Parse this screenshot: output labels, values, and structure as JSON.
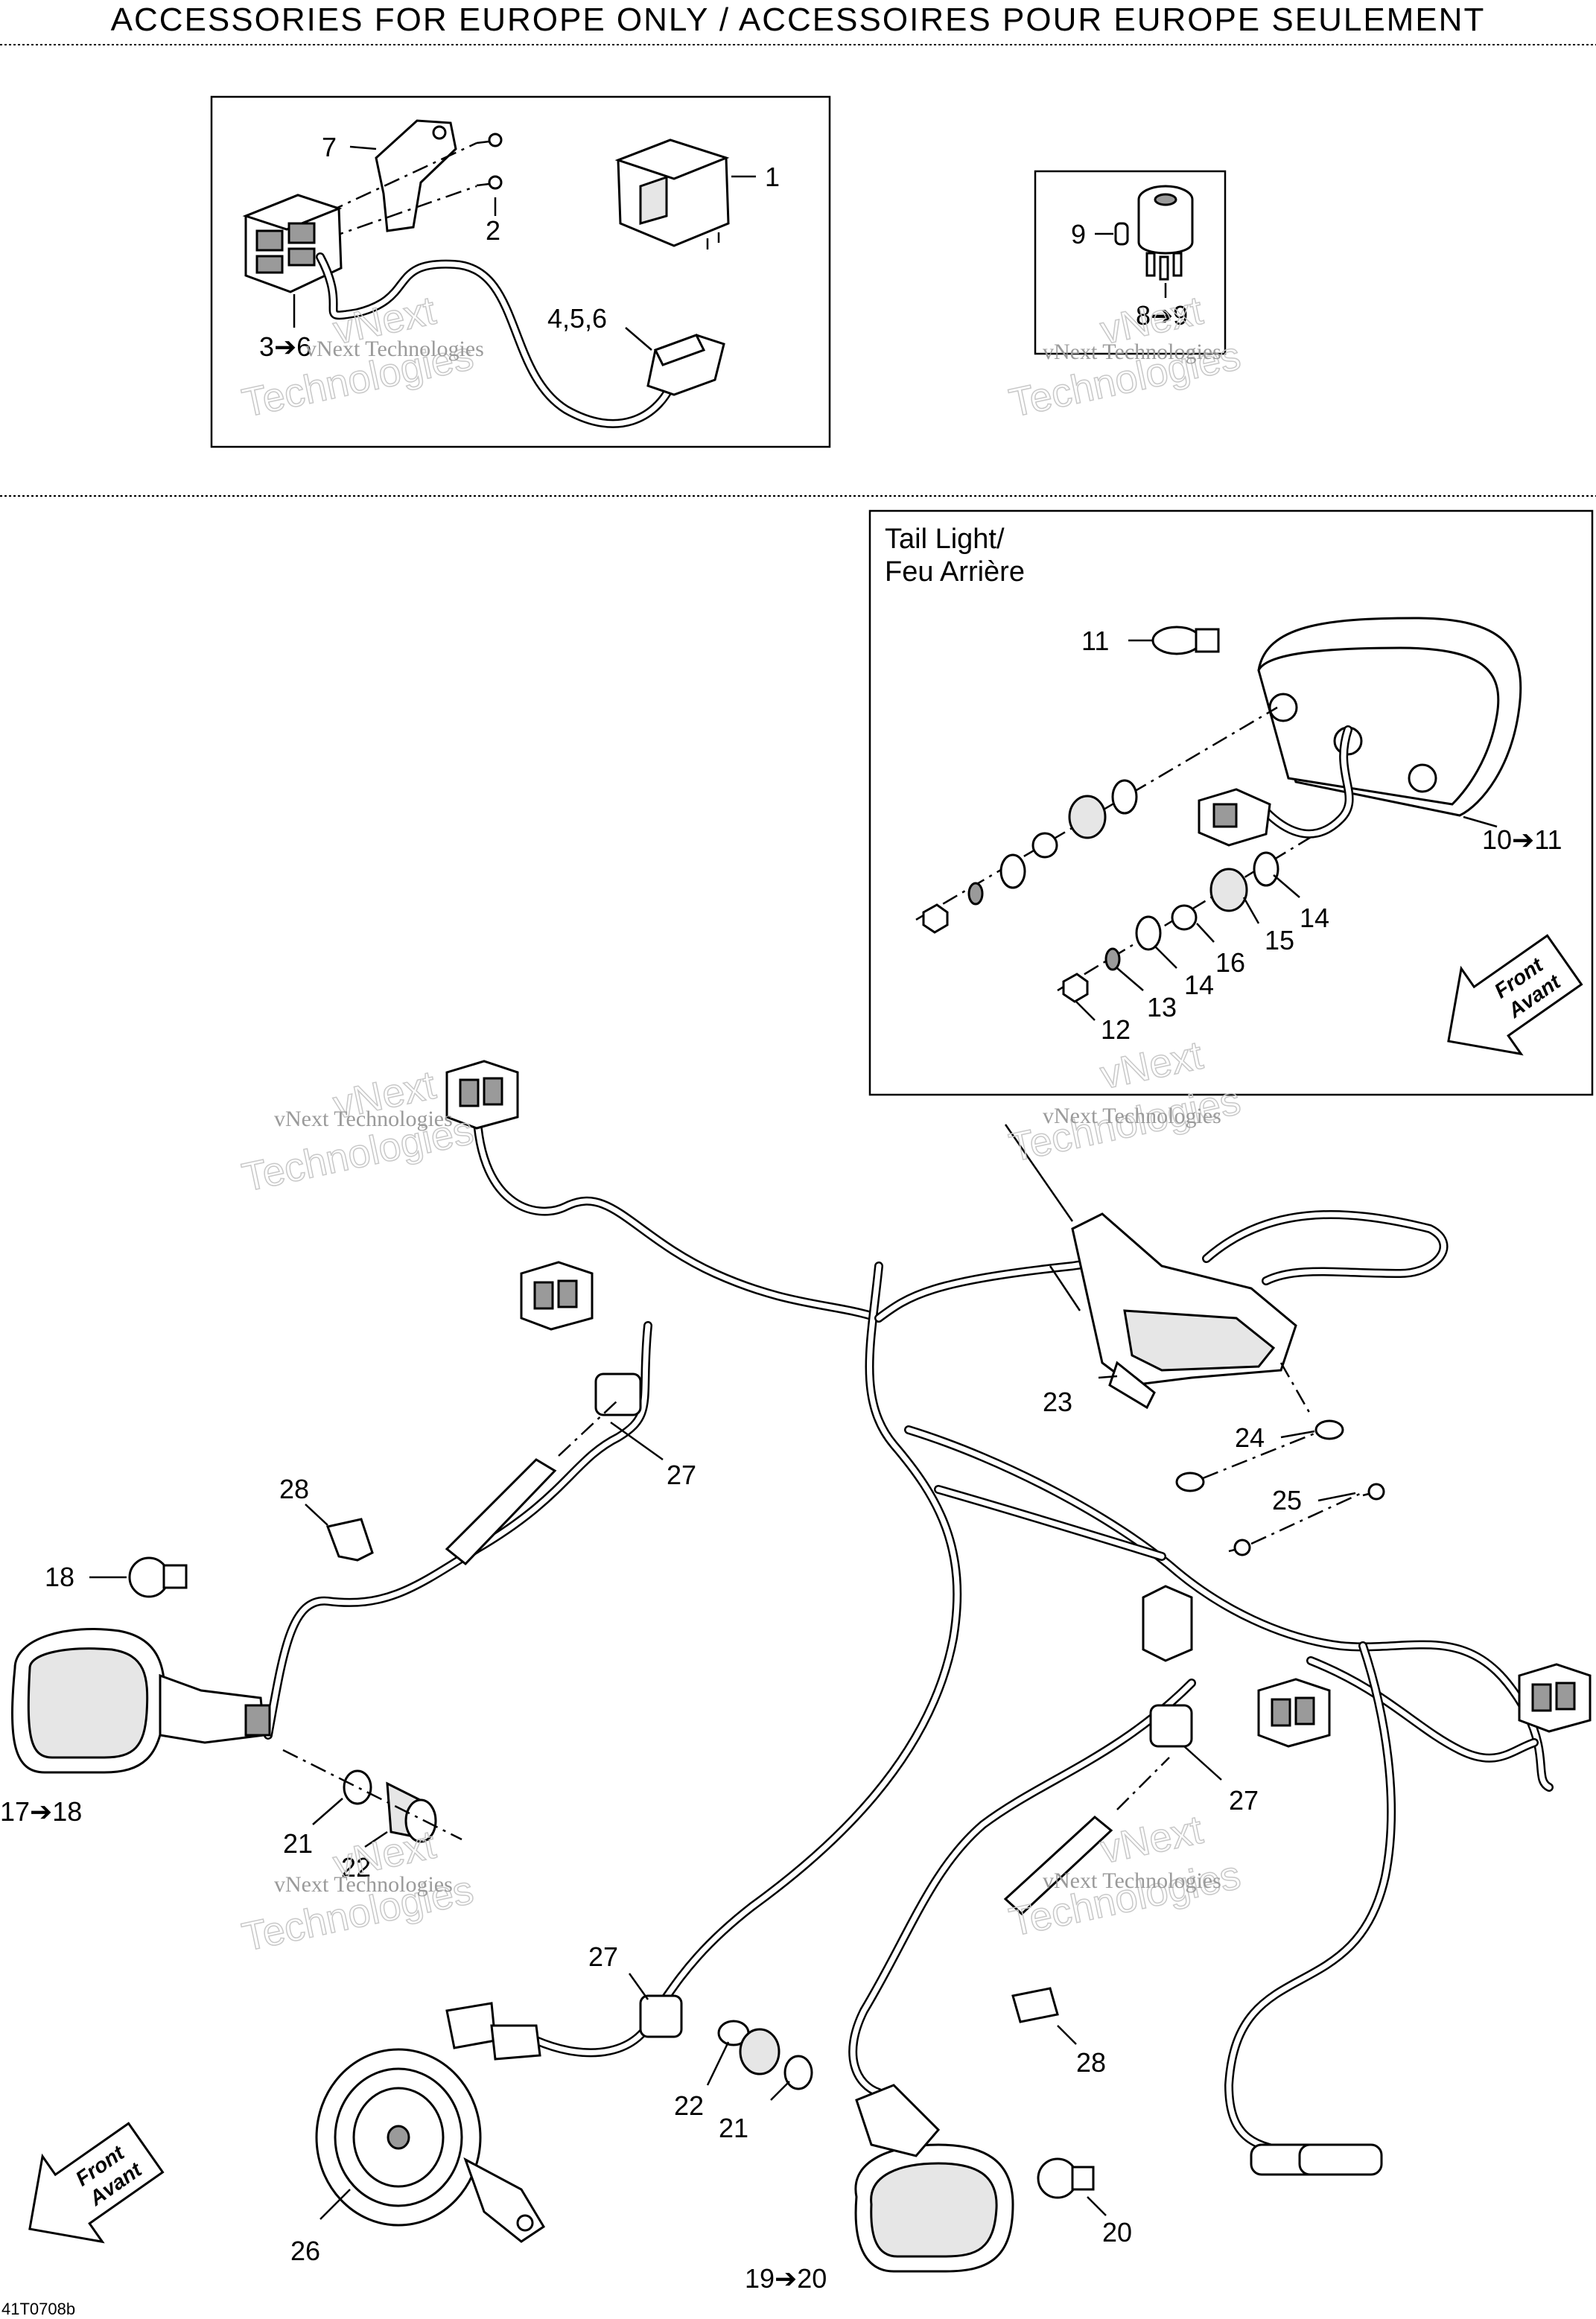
{
  "title": "ACCESSORIES FOR EUROPE ONLY / ACCESSOIRES POUR EUROPE SEULEMENT",
  "inset_tail_light": {
    "title_line1": "Tail Light/",
    "title_line2": "Feu Arrière"
  },
  "direction_badge": {
    "line1": "Front",
    "line2": "Avant"
  },
  "watermark": {
    "line1": "vNext Technologies",
    "line2": "Technologies",
    "line3": "vNext"
  },
  "drawing_code": "41T0708b",
  "callouts": {
    "c1": "1",
    "c2": "2",
    "c7": "7",
    "c3_6": "3➔6",
    "c4_5_6": "4,5,6",
    "c9": "9",
    "c8_9": "8➔9",
    "c11": "11",
    "c10_11": "10➔11",
    "c14a": "14",
    "c15": "15",
    "c16": "16",
    "c14b": "14",
    "c13": "13",
    "c12": "12",
    "c27a": "27",
    "c28a": "28",
    "c18": "18",
    "c17_18": "17➔18",
    "c21a": "21",
    "c22a": "22",
    "c23": "23",
    "c24": "24",
    "c25": "25",
    "c27b": "27",
    "c27c": "27",
    "c22b": "22",
    "c21b": "21",
    "c28b": "28",
    "c20": "20",
    "c26": "26",
    "c19_20": "19➔20"
  }
}
